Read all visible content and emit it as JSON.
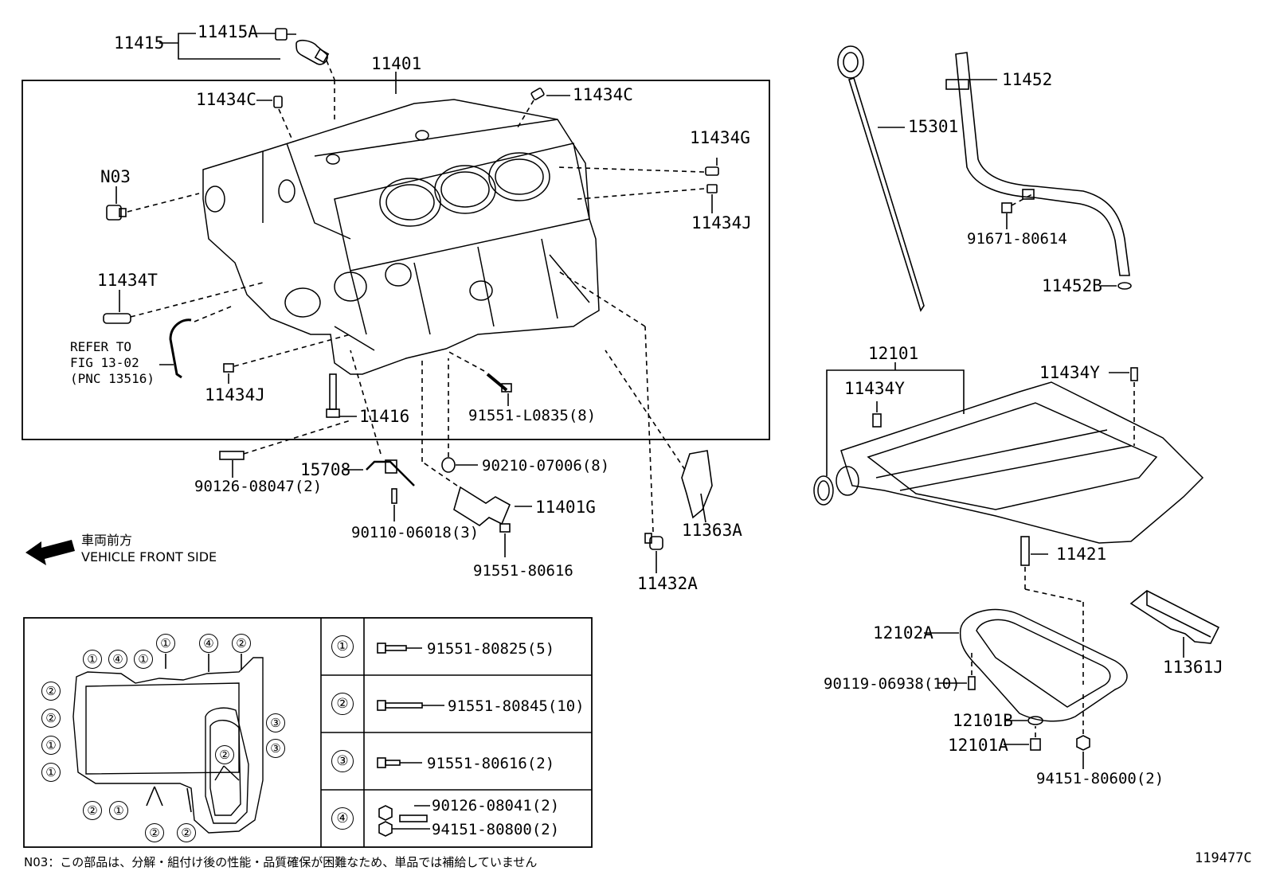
{
  "diagram_id": "119477C",
  "parts": {
    "p11415": "11415",
    "p11415A": "11415A",
    "p11401": "11401",
    "p11434C_left": "11434C",
    "p11434C_right": "11434C",
    "p11434G": "11434G",
    "p11434J_right": "11434J",
    "pN03": "N03",
    "p11434T": "11434T",
    "p11434J_left": "11434J",
    "p11416": "11416",
    "p91551L0835": "91551-L0835(8)",
    "p90126_08047": "90126-08047(2)",
    "p15708": "15708",
    "p90210": "90210-07006(8)",
    "p11401G": "11401G",
    "p90110": "90110-06018(3)",
    "p91551_80616": "91551-80616",
    "p11363A": "11363A",
    "p11432A": "11432A",
    "p15301": "15301",
    "p11452": "11452",
    "p91671": "91671-80614",
    "p11452B": "11452B",
    "p12101": "12101",
    "p11434Y_left": "11434Y",
    "p11434Y_right": "11434Y",
    "p11421": "11421",
    "p12102A": "12102A",
    "p90119": "90119-06938(10)",
    "p12101B": "12101B",
    "p12101A": "12101A",
    "p94151_80600": "94151-80600(2)",
    "p11361J": "11361J"
  },
  "refer": {
    "line1": "REFER TO",
    "line2": "FIG 13-02",
    "line3": "(PNC 13516)"
  },
  "front": {
    "jp": "車両前方",
    "en": "VEHICLE FRONT SIDE"
  },
  "legend_table": [
    {
      "num": "①",
      "part": "91551-80825(5)"
    },
    {
      "num": "②",
      "part": "91551-80845(10)"
    },
    {
      "num": "③",
      "part": "91551-80616(2)"
    },
    {
      "num": "④",
      "part": "90126-08041(2)",
      "part2": "94151-80800(2)"
    }
  ],
  "bolt_callouts": {
    "top": [
      "①",
      "④",
      "①",
      "①",
      "④",
      "②"
    ],
    "left": [
      "②",
      "②",
      "①",
      "①"
    ],
    "right": [
      "③",
      "③"
    ],
    "bottom": [
      "②",
      "①",
      "②",
      "②"
    ],
    "inner": "②"
  },
  "footnote": "N03：この部品は、分解・組付け後の性能・品質確保が困難なため、単品では補給していません"
}
